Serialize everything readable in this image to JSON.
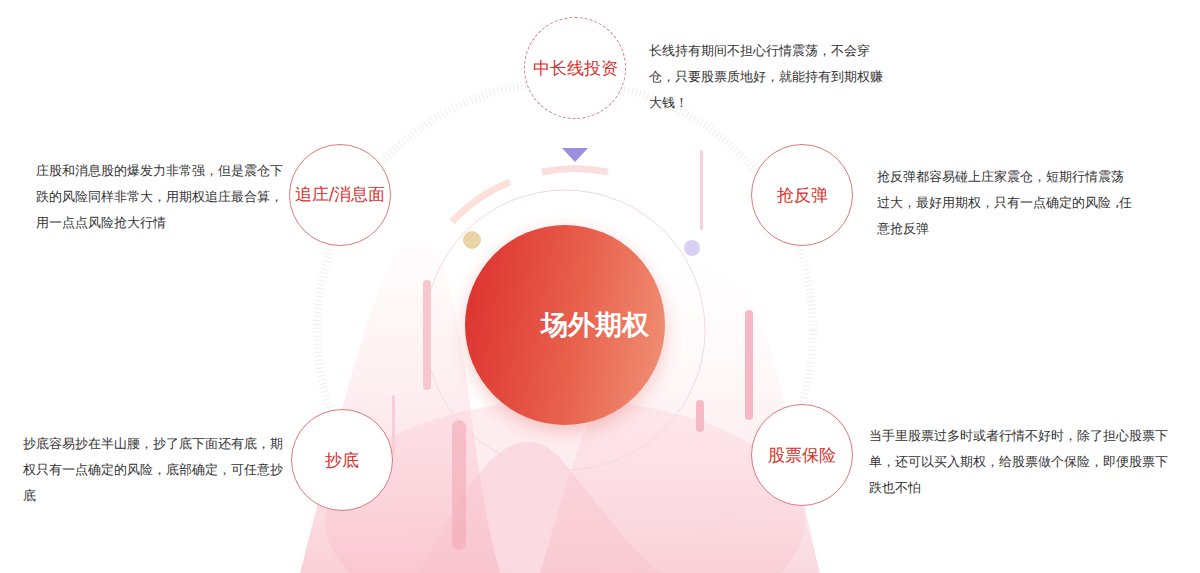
{
  "diagram": {
    "nodes": [
      {
        "text": [
          "中长线投资",
          "长线持有期间不担心行情震荡，不会穿仓，只要股票质地好，就能持有到期权赚大钱！"
        ]
      },
      {
        "text": [
          "追庄/消息面",
          "庄股和消息股的爆发力非常强，但是震仓下跌的风险同样非常大，用期权追庄最合算，用一点点风险抢大行情"
        ]
      },
      {
        "text": [
          "抢反弹",
          "抢反弹都容易碰上庄家震仓，短期行情震荡过大，最好用期权，只有一点确定的风险 ,任意抢反弹"
        ]
      },
      {
        "text": [
          "场外期权"
        ]
      },
      {
        "text": [
          "抄底",
          "抄底容易抄在半山腰，抄了底下面还有底，期权只有一点确定的风险，底部确定，可任意抄底"
        ]
      },
      {
        "text": [
          "股票保险",
          "当手里股票过多时或者行情不好时，除了担心股票下单，还可以买入期权，给股票做个保险，即便股票下跌也不怕"
        ]
      }
    ]
  }
}
